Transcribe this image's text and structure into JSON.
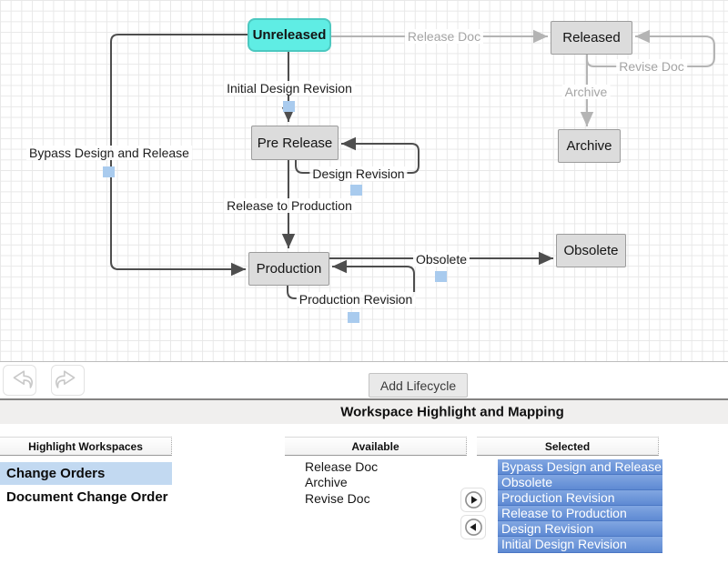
{
  "diagram": {
    "nodes": [
      {
        "label": "Unreleased",
        "start": true
      },
      {
        "label": "Released",
        "start": false
      },
      {
        "label": "Pre Release",
        "start": false
      },
      {
        "label": "Archive",
        "start": false
      },
      {
        "label": "Production",
        "start": false
      },
      {
        "label": "Obsolete",
        "start": false
      }
    ],
    "transitions": [
      {
        "label": "Initial Design Revision",
        "from": "Unreleased",
        "to": "Pre Release",
        "highlighted": true
      },
      {
        "label": "Bypass Design and Release",
        "from": "Unreleased",
        "to": "Production",
        "highlighted": true
      },
      {
        "label": "Design Revision",
        "from": "Pre Release",
        "to": "Pre Release",
        "highlighted": true
      },
      {
        "label": "Release to Production",
        "from": "Pre Release",
        "to": "Production",
        "highlighted": true
      },
      {
        "label": "Obsolete",
        "from": "Production",
        "to": "Obsolete",
        "highlighted": true
      },
      {
        "label": "Production Revision",
        "from": "Production",
        "to": "Production",
        "highlighted": true
      },
      {
        "label": "Release Doc",
        "from": "Unreleased",
        "to": "Released",
        "highlighted": false
      },
      {
        "label": "Revise Doc",
        "from": "Released",
        "to": "Released",
        "highlighted": false
      },
      {
        "label": "Archive",
        "from": "Released",
        "to": "Archive",
        "highlighted": false
      }
    ]
  },
  "toolbar": {
    "add_lifecycle_label": "Add Lifecycle",
    "icons": [
      "undo-icon",
      "redo-icon"
    ]
  },
  "section": {
    "title": "Workspace Highlight and Mapping"
  },
  "mapping": {
    "highlight": {
      "header": "Highlight Workspaces",
      "items": [
        {
          "label": "Change Orders",
          "highlighted": true
        },
        {
          "label": "Document Change Order",
          "highlighted": false
        }
      ]
    },
    "available": {
      "header": "Available",
      "items": [
        "Release Doc",
        "Archive",
        "Revise Doc"
      ]
    },
    "selected": {
      "header": "Selected",
      "items": [
        "Bypass Design and Release",
        "Obsolete",
        "Production Revision",
        "Release to Production",
        "Design Revision",
        "Initial Design Revision"
      ]
    },
    "move_icons": [
      "move-right-icon",
      "move-left-icon"
    ]
  },
  "colors": {
    "start_node_fill": "#5FEDE4",
    "node_fill": "#DCDCDC",
    "edge_dark": "#4E4E4E",
    "edge_gray": "#B4B4B4",
    "handle_blue": "#A9CBEE",
    "highlight_row_blue": "#C2D9F1",
    "selected_list_blue": "#6190D8"
  }
}
